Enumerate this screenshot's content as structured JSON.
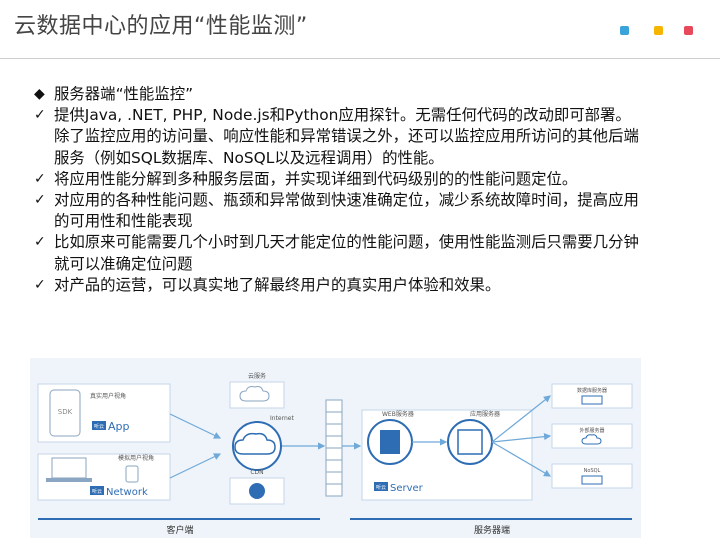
{
  "header": {
    "title": "云数据中心的应用“性能监测”",
    "accent_colors": [
      "#3aa3d9",
      "#f5b500",
      "#e8495a"
    ]
  },
  "content": {
    "heading_marker": "diamond-bullet",
    "heading": "服务器端“性能监控”",
    "bullet_marker": "checkmark-bullet",
    "bullets": [
      "提供Java, .NET, PHP, Node.js和Python应用探针。无需任何代码的改动即可部署。除了监控应用的访问量、响应性能和异常错误之外，还可以监控应用所访问的其他后端服务（例如SQL数据库、NoSQL以及远程调用）的性能。",
      "将应用性能分解到多种服务层面，并实现详细到代码级别的的性能问题定位。",
      "对应用的各种性能问题、瓶颈和异常做到快速准确定位，减少系统故障时间，提高应用的可用性和性能表现",
      "比如原来可能需要几个小时到几天才能定位的性能问题，使用性能监测后只需要几分钟就可以准确定位问题",
      "对产品的运营，可以真实地了解最终用户的真实用户体验和效果。"
    ]
  },
  "diagram": {
    "client_label": "客户端",
    "server_label": "服务器端",
    "real_user_label": "真实用户视角",
    "sdk_label": "SDK",
    "app_brand": "听云",
    "app_product": "App",
    "network_user_label": "模拟用户视角",
    "network_brand": "听云",
    "network_product": "Network",
    "cloud_service_label": "云服务",
    "internet_label": "Internet",
    "cdn_label": "CDN",
    "web_server_label": "WEB服务器",
    "app_server_label": "应用服务器",
    "server_brand": "听云",
    "server_product": "Server",
    "db_label": "数据库服务器",
    "ext_service_label": "外部服务器",
    "nosql_label": "NoSQL",
    "accent_color": "#2e6db4",
    "line_color": "#6fa9d9"
  }
}
